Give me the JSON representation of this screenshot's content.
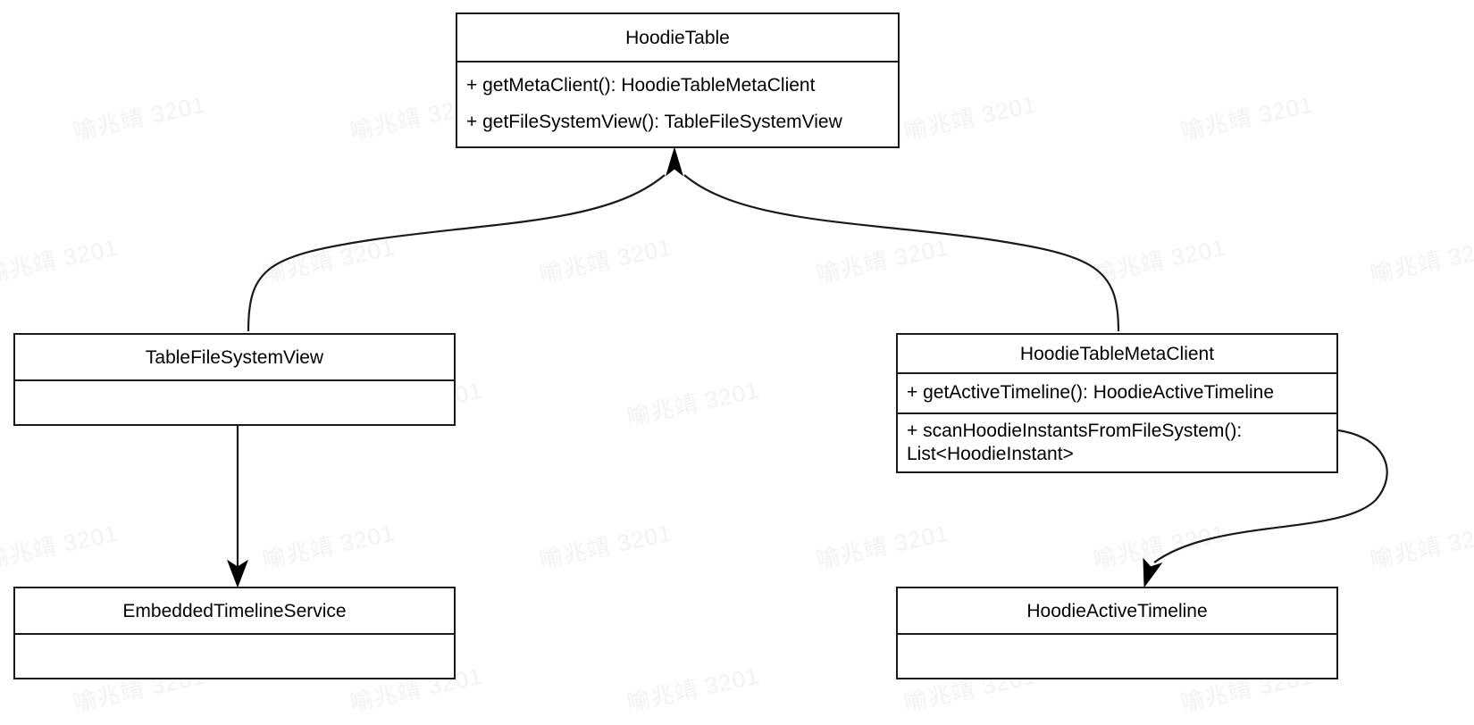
{
  "diagram": {
    "type": "uml-class-diagram",
    "background_color": "#ffffff",
    "line_color": "#1a1a1a",
    "text_color": "#000000",
    "watermark_text": "喻兆靖 3201",
    "watermark_color": "#f2f2f2"
  },
  "classes": {
    "hoodie_table": {
      "name": "HoodieTable",
      "members": [
        "+ getMetaClient(): HoodieTableMetaClient",
        "+ getFileSystemView(): TableFileSystemView"
      ]
    },
    "table_file_system_view": {
      "name": "TableFileSystemView",
      "members": []
    },
    "hoodie_table_meta_client": {
      "name": "HoodieTableMetaClient",
      "members": [
        "+ getActiveTimeline(): HoodieActiveTimeline",
        "+ scanHoodieInstantsFromFileSystem():\nList<HoodieInstant>"
      ]
    },
    "embedded_timeline_service": {
      "name": "EmbeddedTimelineService",
      "members": []
    },
    "hoodie_active_timeline": {
      "name": "HoodieActiveTimeline",
      "members": []
    }
  },
  "edges": [
    {
      "id": "tablefilesystemview-to-hoodietable",
      "from": "TableFileSystemView",
      "to": "HoodieTable",
      "arrow": "open-arrow",
      "style": "curved"
    },
    {
      "id": "hoodietablemetaclient-to-hoodietable",
      "from": "HoodieTableMetaClient",
      "to": "HoodieTable",
      "arrow": "open-arrow",
      "style": "curved"
    },
    {
      "id": "tablefilesystemview-to-embeddedtimelineservice",
      "from": "TableFileSystemView",
      "to": "EmbeddedTimelineService",
      "arrow": "open-arrow",
      "style": "straight"
    },
    {
      "id": "hoodietablemetaclient-to-hoodieactivetimeline",
      "from": "HoodieTableMetaClient",
      "to": "HoodieActiveTimeline",
      "arrow": "open-arrow",
      "style": "curved"
    }
  ]
}
